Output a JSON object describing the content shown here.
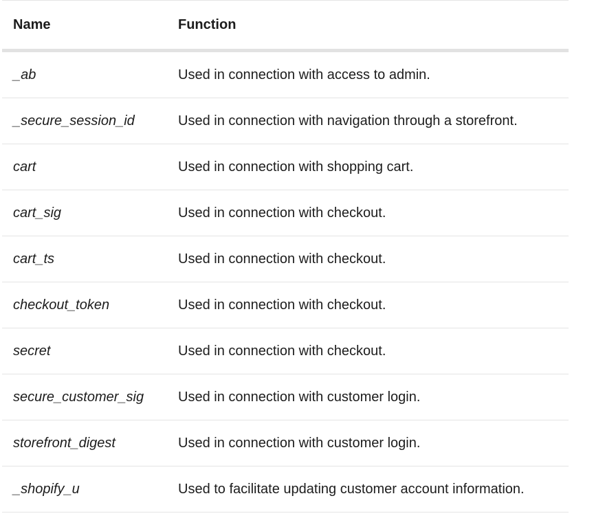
{
  "table": {
    "headers": {
      "name": "Name",
      "function": "Function"
    },
    "rows": [
      {
        "name": "_ab",
        "function": "Used in connection with access to admin."
      },
      {
        "name": "_secure_session_id",
        "function": "Used in connection with navigation through a storefront."
      },
      {
        "name": "cart",
        "function": "Used in connection with shopping cart."
      },
      {
        "name": "cart_sig",
        "function": "Used in connection with checkout."
      },
      {
        "name": "cart_ts",
        "function": "Used in connection with checkout."
      },
      {
        "name": "checkout_token",
        "function": "Used in connection with checkout."
      },
      {
        "name": "secret",
        "function": "Used in connection with checkout."
      },
      {
        "name": "secure_customer_sig",
        "function": "Used in connection with customer login."
      },
      {
        "name": "storefront_digest",
        "function": "Used in connection with customer login."
      },
      {
        "name": "_shopify_u",
        "function": "Used to facilitate updating customer account information."
      }
    ]
  }
}
